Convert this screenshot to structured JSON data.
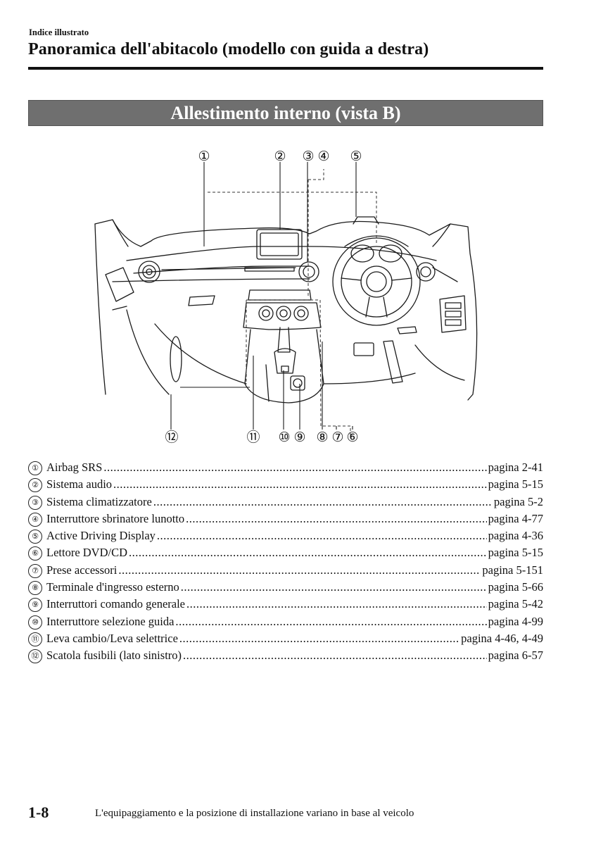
{
  "header": {
    "section": "Indice illustrato",
    "title": "Panoramica dell'abitacolo (modello con guida a destra)"
  },
  "banner": {
    "title": "Allestimento interno (vista B)"
  },
  "diagram": {
    "callouts": [
      "①",
      "②",
      "③",
      "④",
      "⑤",
      "⑥",
      "⑦",
      "⑧",
      "⑨",
      "⑩",
      "⑪",
      "⑫"
    ]
  },
  "items": [
    {
      "num": "①",
      "label": "Airbag SRS",
      "page": "pagina 2-41"
    },
    {
      "num": "②",
      "label": "Sistema audio",
      "page": "pagina 5-15"
    },
    {
      "num": "③",
      "label": "Sistema climatizzatore",
      "page": "pagina 5-2"
    },
    {
      "num": "④",
      "label": "Interruttore sbrinatore lunotto",
      "page": "pagina 4-77"
    },
    {
      "num": "⑤",
      "label": "Active Driving Display",
      "page": "pagina 4-36"
    },
    {
      "num": "⑥",
      "label": "Lettore DVD/CD",
      "page": "pagina 5-15"
    },
    {
      "num": "⑦",
      "label": "Prese accessori",
      "page": "pagina 5-151"
    },
    {
      "num": "⑧",
      "label": "Terminale d'ingresso esterno",
      "page": "pagina 5-66"
    },
    {
      "num": "⑨",
      "label": "Interruttori comando generale",
      "page": "pagina 5-42"
    },
    {
      "num": "⑩",
      "label": "Interruttore selezione guida",
      "page": "pagina 4-99"
    },
    {
      "num": "⑪",
      "label": "Leva cambio/Leva selettrice",
      "page": "pagina 4-46, 4-49"
    },
    {
      "num": "⑫",
      "label": "Scatola fusibili (lato sinistro)",
      "page": "pagina 6-57"
    }
  ],
  "footer": {
    "page_number": "1-8",
    "note": "L'equipaggiamento e la posizione di installazione variano in base al veicolo"
  }
}
